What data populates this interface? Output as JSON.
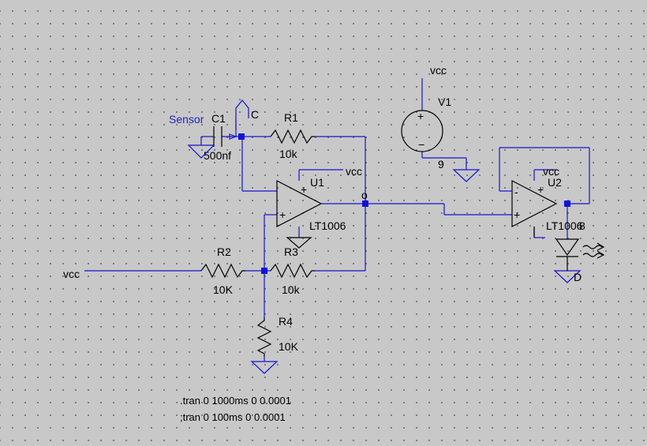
{
  "components": {
    "C1": {
      "ref": "C1",
      "value": "500nf"
    },
    "R1": {
      "ref": "R1",
      "value": "10k"
    },
    "R2": {
      "ref": "R2",
      "value": "10K"
    },
    "R3": {
      "ref": "R3",
      "value": "10k"
    },
    "R4": {
      "ref": "R4",
      "value": "10K"
    },
    "U1": {
      "ref": "U1",
      "model": "LT1006",
      "pin_plus": "+",
      "pin_minus": "+"
    },
    "U2": {
      "ref": "U2",
      "model": "LT1006",
      "pin_minus": "-",
      "pin_plus": "+",
      "overlap_suffix": "8"
    },
    "V1": {
      "ref": "V1",
      "value": "9",
      "plus": "+",
      "minus": "−"
    },
    "D": {
      "ref": "D"
    }
  },
  "nets": {
    "sensor": "Sensor",
    "c_port": "C",
    "output": "o",
    "vcc_v1": "vcc",
    "vcc_u1": "vcc",
    "vcc_u2": "vcc",
    "vcc_input": "vcc"
  },
  "directives": [
    ".tran 0 1000ms 0 0.0001",
    ";tran 0 100ms 0 0.0001"
  ],
  "colors": {
    "wire": "#1515d0",
    "component": "#000000",
    "junction": "#1010e0",
    "net_label": "#2020c8",
    "background": "#c8c8c8"
  }
}
